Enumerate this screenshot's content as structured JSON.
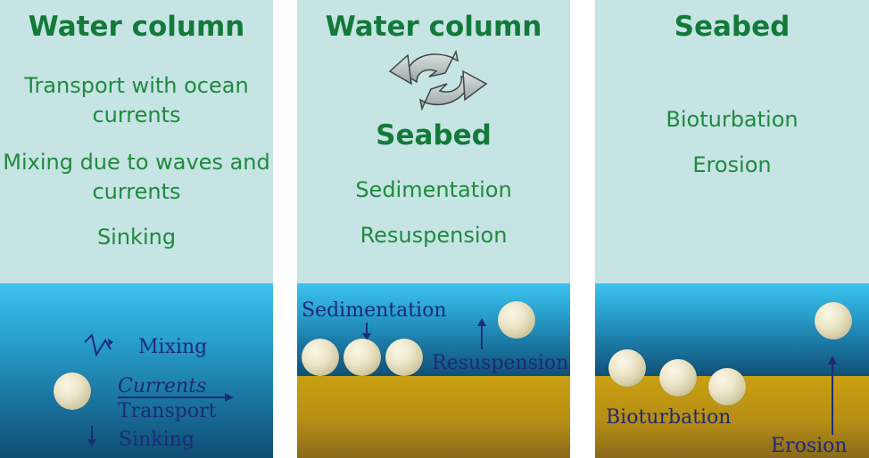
{
  "panels": [
    {
      "heading": "Water column",
      "processes": [
        "Transport with ocean currents",
        "Mixing due to waves and currents",
        "Sinking"
      ],
      "labels": {
        "mixing": "Mixing",
        "currents": "Currents",
        "transport": "Transport",
        "sinking": "Sinking"
      }
    },
    {
      "heading_top": "Water column",
      "heading_bottom": "Seabed",
      "processes": [
        "Sedimentation",
        "Resuspension"
      ],
      "labels": {
        "sedimentation": "Sedimentation",
        "resuspension": "Resuspension"
      }
    },
    {
      "heading": "Seabed",
      "processes": [
        "Bioturbation",
        "Erosion"
      ],
      "labels": {
        "bioturbation": "Bioturbation",
        "erosion": "Erosion"
      }
    }
  ],
  "colors": {
    "heading_green": "#137a3a",
    "text_green": "#1f8a3e",
    "panel_top": "#c6e4e4",
    "water_light": "#3ec3ef",
    "water_dark": "#0f4e73",
    "sand": "#c9a011",
    "label_navy": "#1d2a78",
    "particle": "#ece6c8"
  },
  "icons": [
    "cycle-arrows-icon"
  ]
}
